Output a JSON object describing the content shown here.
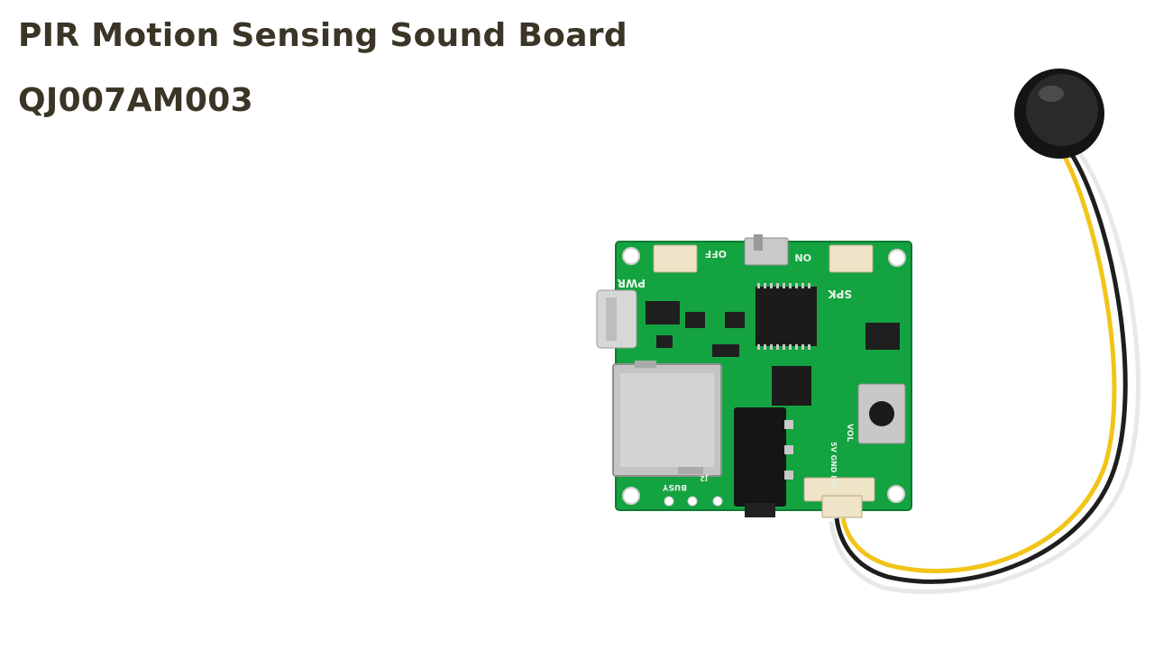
{
  "title": "PIR Motion Sensing Sound Board",
  "model": "QJ007AM003",
  "board_labels": {
    "pwr": "PWR",
    "off": "OFF",
    "on": "ON",
    "spk": "SPK",
    "busy": "BUSY",
    "pins": "5V GND I/O",
    "vol": "VOL",
    "j2": "J2"
  },
  "colors": {
    "title_text": "#3a3526",
    "pcb_green": "#14a341",
    "wire_yellow": "#f2c418",
    "wire_black": "#1e1e1e",
    "wire_white": "#f4f4f4"
  }
}
